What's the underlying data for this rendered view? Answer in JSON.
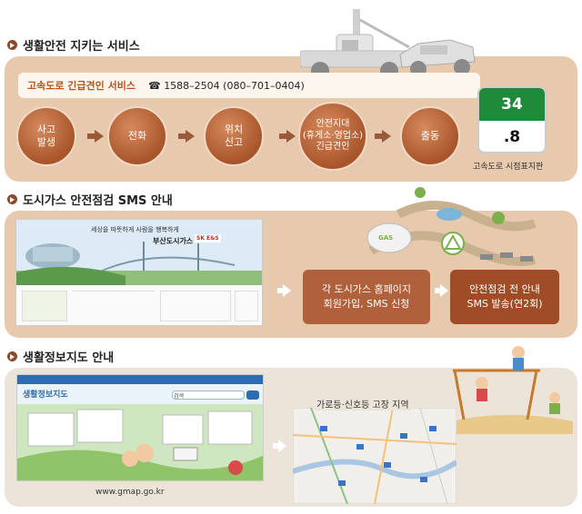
{
  "section1": {
    "title": "생활안전 지키는 서비스",
    "service_name": "고속도로 긴급견인 서비스",
    "phone": "1588–2504 (080–701–0404)",
    "steps": [
      {
        "label": "사고\n발생"
      },
      {
        "label": "전화"
      },
      {
        "label": "위치\n신고"
      },
      {
        "label": "안전지대\n(휴게소·영업소)\n긴급견인"
      },
      {
        "label": "출동"
      }
    ],
    "sign": {
      "top": "34",
      "bottom": ".8",
      "caption": "고속도로 시점표지판"
    }
  },
  "section2": {
    "title": "도시가스 안전점검 SMS 안내",
    "site": {
      "slogan": "세상을 따뜻하게 사람을 행복하게",
      "brand": "부산도시가스",
      "brand_mark": "SK E&S"
    },
    "gas_label": "GAS",
    "step1": "각 도시가스 홈페이지\n회원가입, SMS 신청",
    "step2": "안전점검 전 안내\nSMS 발송(연2회)"
  },
  "section3": {
    "title": "생활정보지도 안내",
    "site_title": "생활정보지도",
    "site_search_label": "검색",
    "url": "www.gmap.go.kr",
    "map_caption": "가로등·신호등 고장 지역"
  },
  "colors": {
    "band": "#e7c9ad",
    "circle": "#a9552b",
    "box": "#b0603a",
    "sign_green": "#1e8a3a"
  }
}
